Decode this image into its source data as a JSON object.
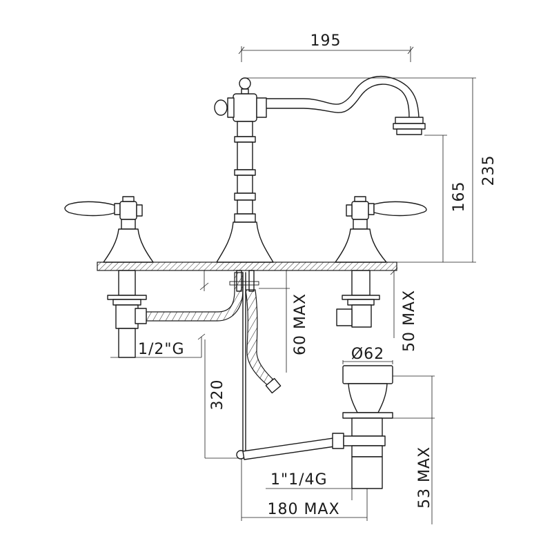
{
  "dimensions": {
    "spout_reach": "195",
    "total_height": "235",
    "spout_height": "165",
    "deck_max_left": "60 MAX",
    "deck_max_right": "50 MAX",
    "hose_length": "320",
    "inlet_thread": "1/2\"G",
    "drain_diameter": "Ø62",
    "drain_thread": "1\"1/4G",
    "rod_reach": "180 MAX",
    "drain_height": "53 MAX"
  },
  "colors": {
    "line": "#1a1a1a",
    "background": "#ffffff"
  }
}
